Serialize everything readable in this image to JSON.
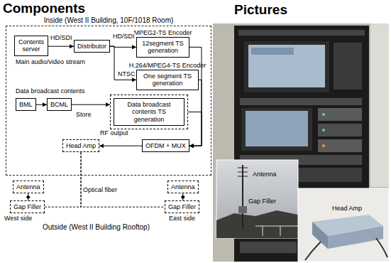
{
  "diagram": {
    "nodes": [
      {
        "text": [
          "Inside (West II Building, 10F/1018 Room)"
        ]
      },
      {
        "text": [
          "Contents server"
        ],
        "in": 0
      },
      {
        "text": [
          "Distributor"
        ],
        "in": 0
      },
      {
        "text": [
          "MPEG2-TS Encoder",
          "12segment TS generation"
        ],
        "in": 0
      },
      {
        "text": [
          "H.264/MPEG4-TS Encoder",
          "One segment TS generation"
        ],
        "in": 0
      },
      {
        "text": [
          "BML"
        ],
        "in": 0
      },
      {
        "text": [
          "BCML"
        ],
        "in": 0
      },
      {
        "text": [
          "Data broadcast contents TS generation"
        ],
        "in": 0
      },
      {
        "text": [
          "OFDM + MUX"
        ],
        "in": 0
      },
      {
        "text": [
          "Head Amp"
        ],
        "in": 0
      },
      {
        "text": [
          "Antenna"
        ]
      },
      {
        "text": [
          "Gap Filler"
        ]
      },
      {
        "text": [
          "Antenna"
        ]
      },
      {
        "text": [
          "Gap Filler"
        ]
      }
    ],
    "edges": [
      {
        "from": 1,
        "to": 2,
        "label": "HD/SDI",
        "arrow": "to"
      },
      {
        "from": 2,
        "to": 3,
        "label": "HD/SDI",
        "arrow": "to"
      },
      {
        "from": 2,
        "to": 4,
        "label": "NTSC",
        "arrow": "to"
      },
      {
        "from": 5,
        "to": 6,
        "arrow": "to"
      },
      {
        "from": 6,
        "to": 7,
        "label": "Store",
        "arrow": "to"
      },
      {
        "from": 3,
        "to": 8,
        "arrow": "to"
      },
      {
        "from": 4,
        "to": 8,
        "arrow": "to"
      },
      {
        "from": 7,
        "to": 8,
        "arrow": "to"
      },
      {
        "from": 8,
        "to": 9,
        "label": "RF output",
        "arrow": "to"
      },
      {
        "from": 9,
        "to": 11,
        "label": "Optical fiber",
        "arrow": "none"
      },
      {
        "from": 9,
        "to": 13,
        "arrow": "none"
      },
      {
        "from": 10,
        "to": 11,
        "arrow": "none"
      },
      {
        "from": 12,
        "to": 13,
        "arrow": "none"
      }
    ],
    "labels": [
      "Components",
      "Pictures",
      "Main audio/video stream",
      "Data broadcast contents",
      "West side",
      "East side",
      "Outside (West II Building Rooftop)",
      "Antenna",
      "Gap Filler",
      "Head Amp"
    ]
  }
}
